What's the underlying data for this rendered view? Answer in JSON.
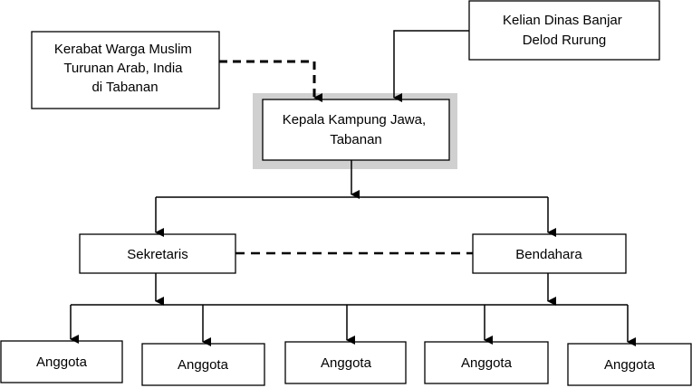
{
  "nodes": {
    "kerabat": {
      "lines": [
        "Kerabat Warga Muslim",
        "Turunan Arab, India",
        "di Tabanan"
      ]
    },
    "kelian": {
      "lines": [
        "Kelian Dinas Banjar",
        "Delod Rurung"
      ]
    },
    "kepala": {
      "lines": [
        "Kepala Kampung Jawa,",
        "Tabanan"
      ]
    },
    "sekretaris": {
      "lines": [
        "Sekretaris"
      ]
    },
    "bendahara": {
      "lines": [
        "Bendahara"
      ]
    },
    "anggota": [
      {
        "lines": [
          "Anggota"
        ]
      },
      {
        "lines": [
          "Anggota"
        ]
      },
      {
        "lines": [
          "Anggota"
        ]
      },
      {
        "lines": [
          "Anggota"
        ]
      },
      {
        "lines": [
          "Anggota"
        ]
      }
    ]
  }
}
